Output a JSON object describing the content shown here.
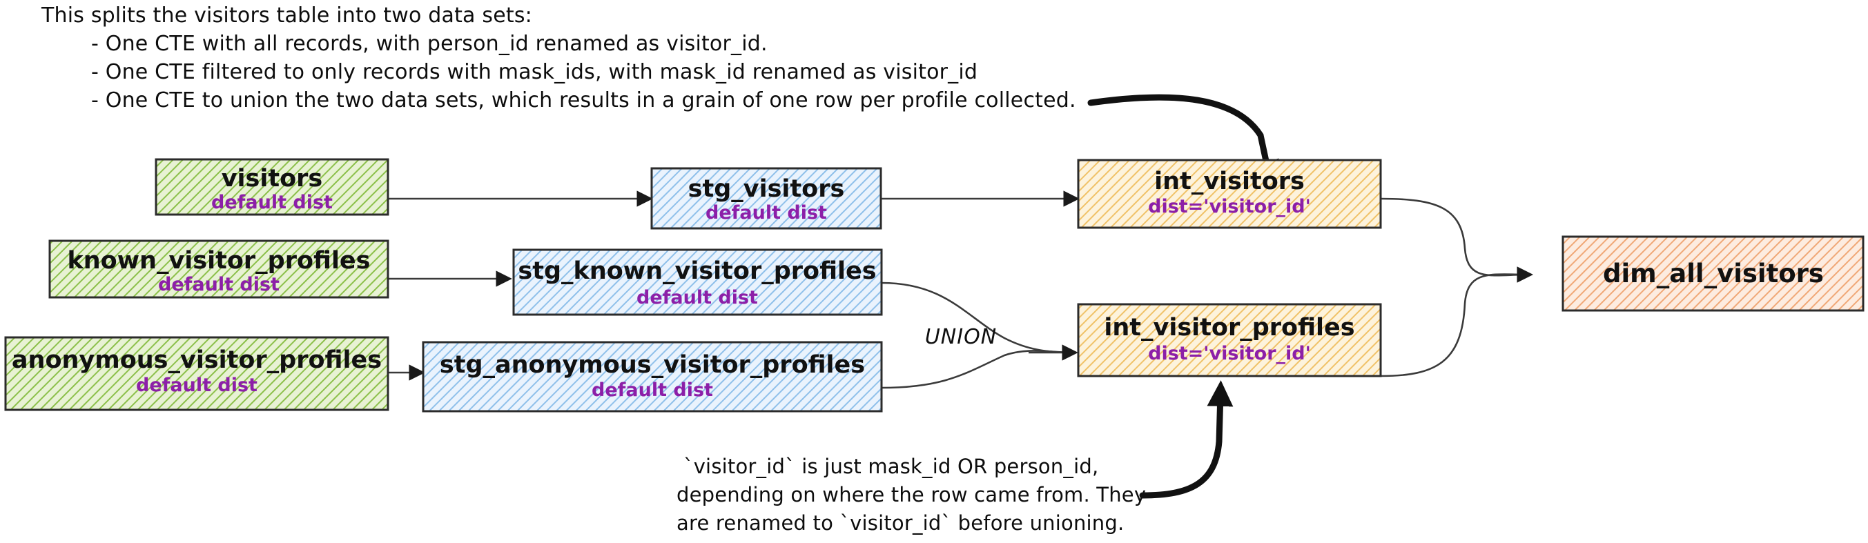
{
  "annotations": {
    "top": {
      "lines": [
        "This splits the visitors table into two data sets:",
        "- One CTE with all records, with person_id renamed as visitor_id.",
        "- One CTE filtered to only records with mask_ids, with mask_id renamed as visitor_id",
        "- One CTE to union the two data sets, which results in a grain of one row per profile collected."
      ]
    },
    "bottom": {
      "lines": [
        "`visitor_id` is just mask_id OR person_id,",
        "depending on where the row came from. They",
        "are renamed to `visitor_id` before unioning."
      ]
    },
    "union_label": "UNION"
  },
  "colors": {
    "source_fill": "#d9eab4",
    "source_hatch": "#8cc04a",
    "staging_fill": "#cfe3f7",
    "staging_hatch": "#6fa8dc",
    "intermediate_fill": "#fae3a8",
    "intermediate_hatch": "#e8b44a",
    "mart_fill": "#f7d4b8",
    "mart_hatch": "#e08c4a",
    "stroke": "#2b2b2b",
    "subtitle": "#8c1fa8",
    "edge": "#3a3a3a"
  },
  "nodes": [
    {
      "id": "visitors",
      "title": "visitors",
      "subtitle": "default dist",
      "layer": "source"
    },
    {
      "id": "known_visitor_profiles",
      "title": "known_visitor_profiles",
      "subtitle": "default dist",
      "layer": "source"
    },
    {
      "id": "anonymous_visitor_profiles",
      "title": "anonymous_visitor_profiles",
      "subtitle": "default dist",
      "layer": "source"
    },
    {
      "id": "stg_visitors",
      "title": "stg_visitors",
      "subtitle": "default dist",
      "layer": "staging"
    },
    {
      "id": "stg_known_visitor_profiles",
      "title": "stg_known_visitor_profiles",
      "subtitle": "default dist",
      "layer": "staging"
    },
    {
      "id": "stg_anonymous_visitor_profiles",
      "title": "stg_anonymous_visitor_profiles",
      "subtitle": "default dist",
      "layer": "staging"
    },
    {
      "id": "int_visitors",
      "title": "int_visitors",
      "subtitle": "dist='visitor_id'",
      "layer": "intermediate"
    },
    {
      "id": "int_visitor_profiles",
      "title": "int_visitor_profiles",
      "subtitle": "dist='visitor_id'",
      "layer": "intermediate"
    },
    {
      "id": "dim_all_visitors",
      "title": "dim_all_visitors",
      "subtitle": "",
      "layer": "mart"
    }
  ],
  "edges": [
    {
      "from": "visitors",
      "to": "stg_visitors"
    },
    {
      "from": "known_visitor_profiles",
      "to": "stg_known_visitor_profiles"
    },
    {
      "from": "anonymous_visitor_profiles",
      "to": "stg_anonymous_visitor_profiles"
    },
    {
      "from": "stg_visitors",
      "to": "int_visitors"
    },
    {
      "from": "stg_known_visitor_profiles",
      "to": "int_visitor_profiles"
    },
    {
      "from": "stg_anonymous_visitor_profiles",
      "to": "int_visitor_profiles"
    },
    {
      "from": "int_visitors",
      "to": "dim_all_visitors"
    },
    {
      "from": "int_visitor_profiles",
      "to": "dim_all_visitors"
    }
  ]
}
